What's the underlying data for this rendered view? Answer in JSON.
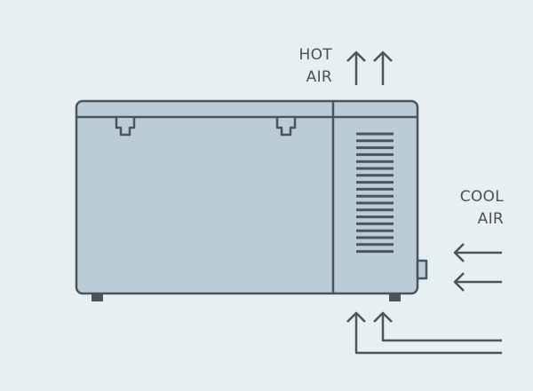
{
  "labels": {
    "hot_air": [
      "HOT",
      "AIR"
    ],
    "cool_air": [
      "COOL",
      "AIR"
    ]
  },
  "colors": {
    "background": "#e8eff3",
    "body_fill": "#b9ccd8",
    "stroke": "#4d535b"
  },
  "icons": {
    "hot_air_arrows": "arrow-up-icon",
    "cool_air_arrows": "arrow-left-icon",
    "intake_arrows": "arrow-up-icon"
  }
}
